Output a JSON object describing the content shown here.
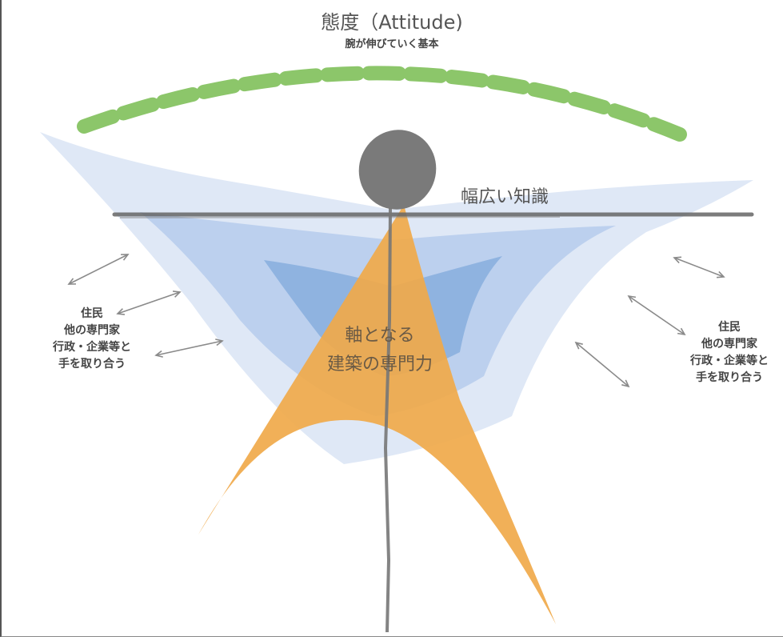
{
  "title": "態度（Attitude)",
  "subtitle": "腕が伸びていく基本",
  "knowledge_label": "幅広い知識",
  "core_label": [
    "軸となる",
    "建築の専門力"
  ],
  "collab_left": [
    "住民",
    "他の専門家",
    "行政・企業等と",
    "手を取り合う"
  ],
  "collab_right": [
    "住民",
    "他の専門家",
    "行政・企業等と",
    "手を取り合う"
  ],
  "colors": {
    "attitude_arc": "#8cc66a",
    "head": "#7a7a7a",
    "knowledge_light": "#dfe8f6",
    "knowledge_mid": "#bcd0ee",
    "knowledge_dark": "#8fb3e0",
    "core": "#f0a94a",
    "arrows": "#8a8a8a"
  }
}
